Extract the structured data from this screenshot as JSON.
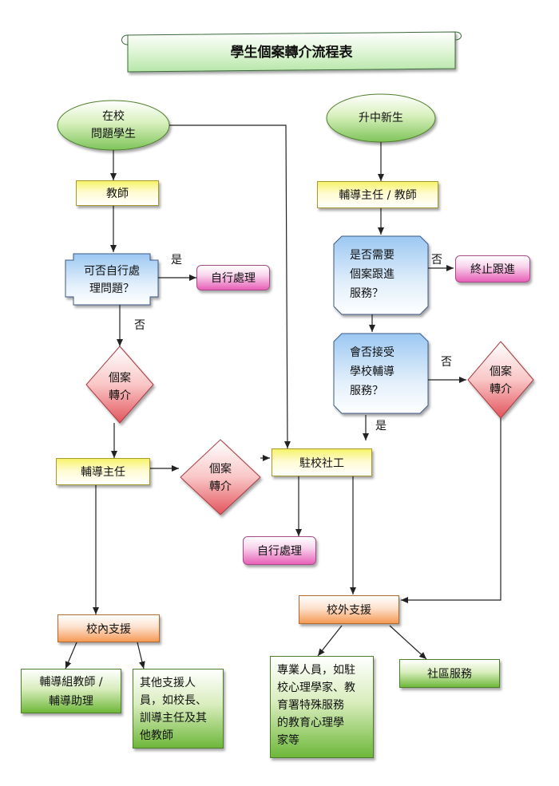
{
  "title": "學生個案轉介流程表",
  "start_left": [
    "在校",
    "問題學生"
  ],
  "start_right": "升中新生",
  "teacher": "教師",
  "decision_self": [
    "可否自行處",
    "理問題？"
  ],
  "yes_1": "是",
  "self_handle_1": "自行處理",
  "no_1": "否",
  "referral_1": [
    "個案",
    "轉介"
  ],
  "counsel_head_left": "輔導主任",
  "referral_2": [
    "個案",
    "轉介"
  ],
  "social_worker": "駐校社工",
  "self_handle_2": "自行處理",
  "counsel_head_teacher": "輔導主任 / 教師",
  "decision_follow": [
    "是否需要",
    "個案跟進",
    "服務？"
  ],
  "no_2": "否",
  "stop_follow": "終止跟進",
  "decision_school": [
    "會否接受",
    "學校輔導",
    "服務？"
  ],
  "no_3": "否",
  "referral_3": [
    "個案",
    "轉介"
  ],
  "yes_2": "是",
  "internal_support": "校內支援",
  "external_support": "校外支援",
  "counsel_team": [
    "輔導組教師 /",
    "輔導助理"
  ],
  "other_support": [
    "其他支援人",
    "員，如校長、",
    "訓導主任及其",
    "他教師"
  ],
  "professionals": [
    "專業人員，如駐",
    "校心理學家、教",
    "育署特殊服務",
    "的教育心理學",
    "家等"
  ],
  "community": "社區服務"
}
